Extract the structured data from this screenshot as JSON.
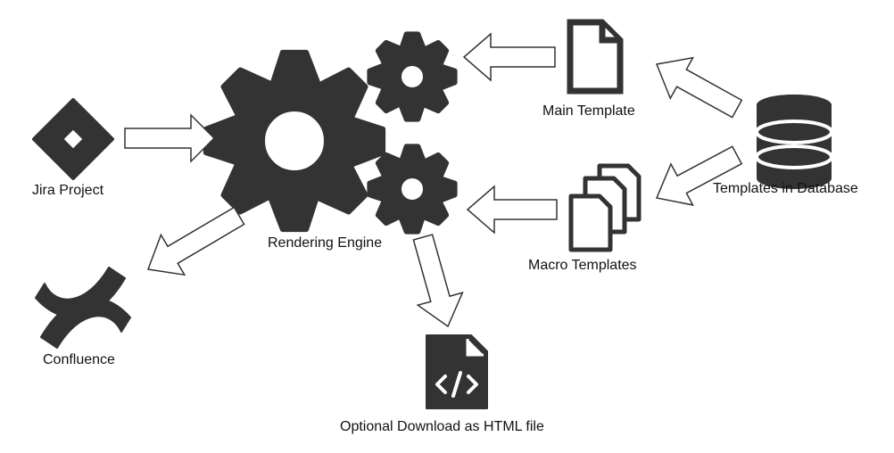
{
  "colors": {
    "icon_fill": "#333333",
    "background": "#ffffff",
    "text": "#111111"
  },
  "icons": [
    "jira-icon",
    "gear-icon",
    "document-icon",
    "multiple-documents-icon",
    "database-icon",
    "confluence-icon",
    "code-file-icon"
  ],
  "labels": {
    "jira": "Jira Project",
    "engine": "Rendering Engine",
    "main_template": "Main Template",
    "macro_templates": "Macro Templates",
    "database": "Templates in Database",
    "confluence": "Confluence",
    "download": "Optional Download as HTML file"
  }
}
